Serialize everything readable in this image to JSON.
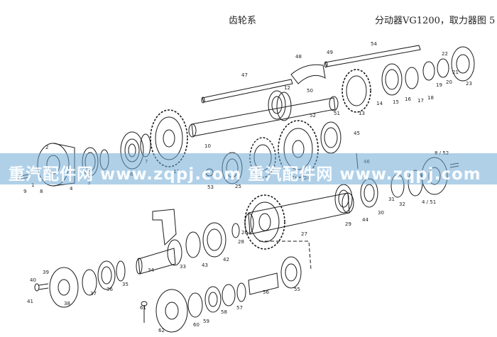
{
  "header": {
    "title_left": "齿轮系",
    "title_right": "分动器VG1200，取力器图 5"
  },
  "watermark": {
    "text": "重汽配件网  www.zqpj.com  重汽配件网  www.zqpj.com"
  },
  "colors": {
    "line": "#1a1a1a",
    "watermark_band": "#70aad6"
  },
  "part_labels": [
    "1",
    "2",
    "3",
    "4",
    "5",
    "6",
    "7",
    "8",
    "9",
    "10",
    "11",
    "12",
    "13",
    "14",
    "15",
    "16",
    "17",
    "18",
    "19",
    "20",
    "21",
    "22",
    "23",
    "24",
    "25",
    "26",
    "27",
    "28",
    "29",
    "30",
    "31",
    "32",
    "33",
    "34",
    "35",
    "36",
    "37",
    "38",
    "39",
    "40",
    "41",
    "42",
    "43",
    "44",
    "45",
    "46",
    "47",
    "48",
    "49",
    "50",
    "51",
    "52",
    "53",
    "54",
    "55",
    "56",
    "57",
    "58",
    "59",
    "60",
    "61",
    "62",
    "8 / 52",
    "4 / 51"
  ]
}
